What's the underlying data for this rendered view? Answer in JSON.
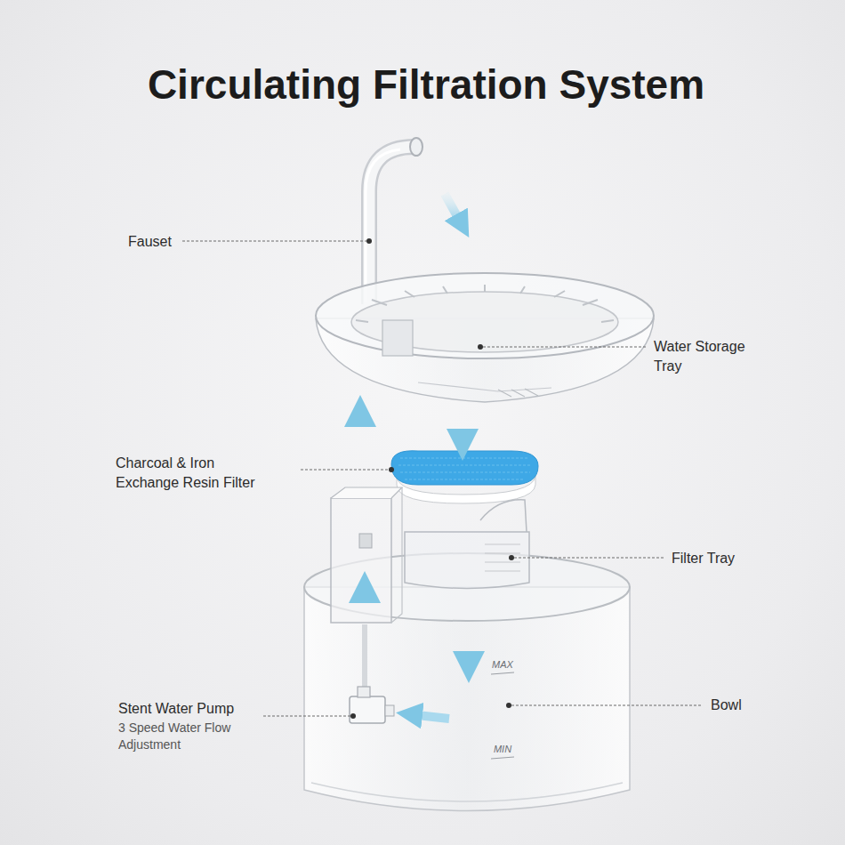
{
  "diagram": {
    "title": "Circulating Filtration System",
    "labels": [
      "Fauset",
      "Water Storage Tray",
      "Charcoal & Iron Exchange Resin Filter",
      "Filter Tray",
      "Stent Water Pump",
      "3 Speed Water Flow Adjustment",
      "Bowl",
      "MAX",
      "MIN"
    ]
  }
}
